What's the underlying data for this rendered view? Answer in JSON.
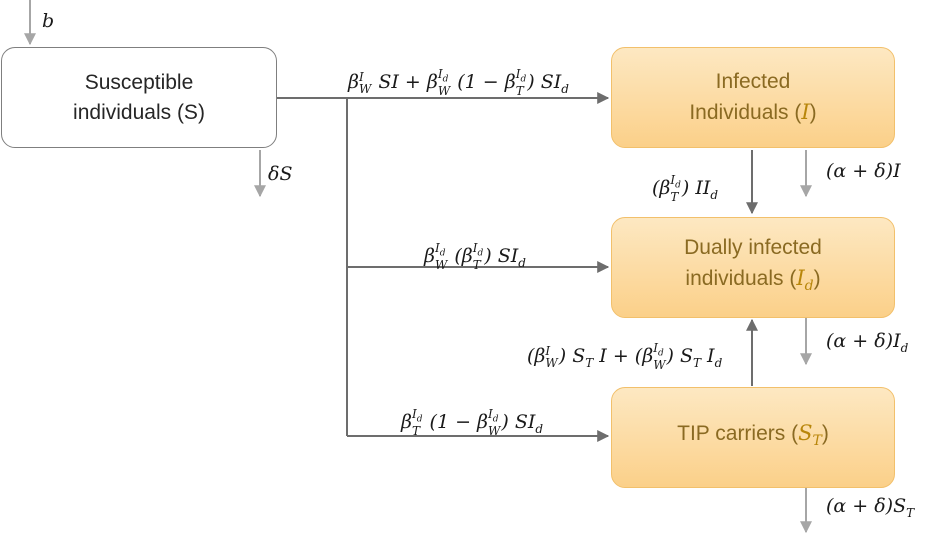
{
  "nodes": {
    "susceptible": {
      "line1": "Susceptible",
      "line2": "individuals (S)"
    },
    "infected": {
      "line1": "Infected",
      "line2_text": "Individuals (",
      "line2_sym": "I",
      "line2_close": ")"
    },
    "dual": {
      "line1": "Dually infected",
      "line2_text": "individuals (",
      "line2_sym": "I",
      "line2_sub": "d",
      "line2_close": ")"
    },
    "tip": {
      "line1_text": "TIP carriers (",
      "line1_sym": "S",
      "line1_sub": "T",
      "line1_close": ")"
    }
  },
  "rates": {
    "birth": "b",
    "death_s": "δS",
    "s_to_i": "β^I_W SI + β^{I_d}_W (1 − β^{I_d}_T) SI_d",
    "s_to_id": "β^{I_d}_W (β^{I_d}_T) SI_d",
    "s_to_st": "β^{I_d}_T (1 − β^{I_d}_W) SI_d",
    "i_to_id": "(β^{I_d}_T) II_d",
    "st_to_id": "(β^I_W) S_T I + (β^{I_d}_W) S_T I_d",
    "death_i": "(α + δ)I",
    "death_id": "(α + δ)I_d",
    "death_st": "(α + δ)S_T"
  }
}
